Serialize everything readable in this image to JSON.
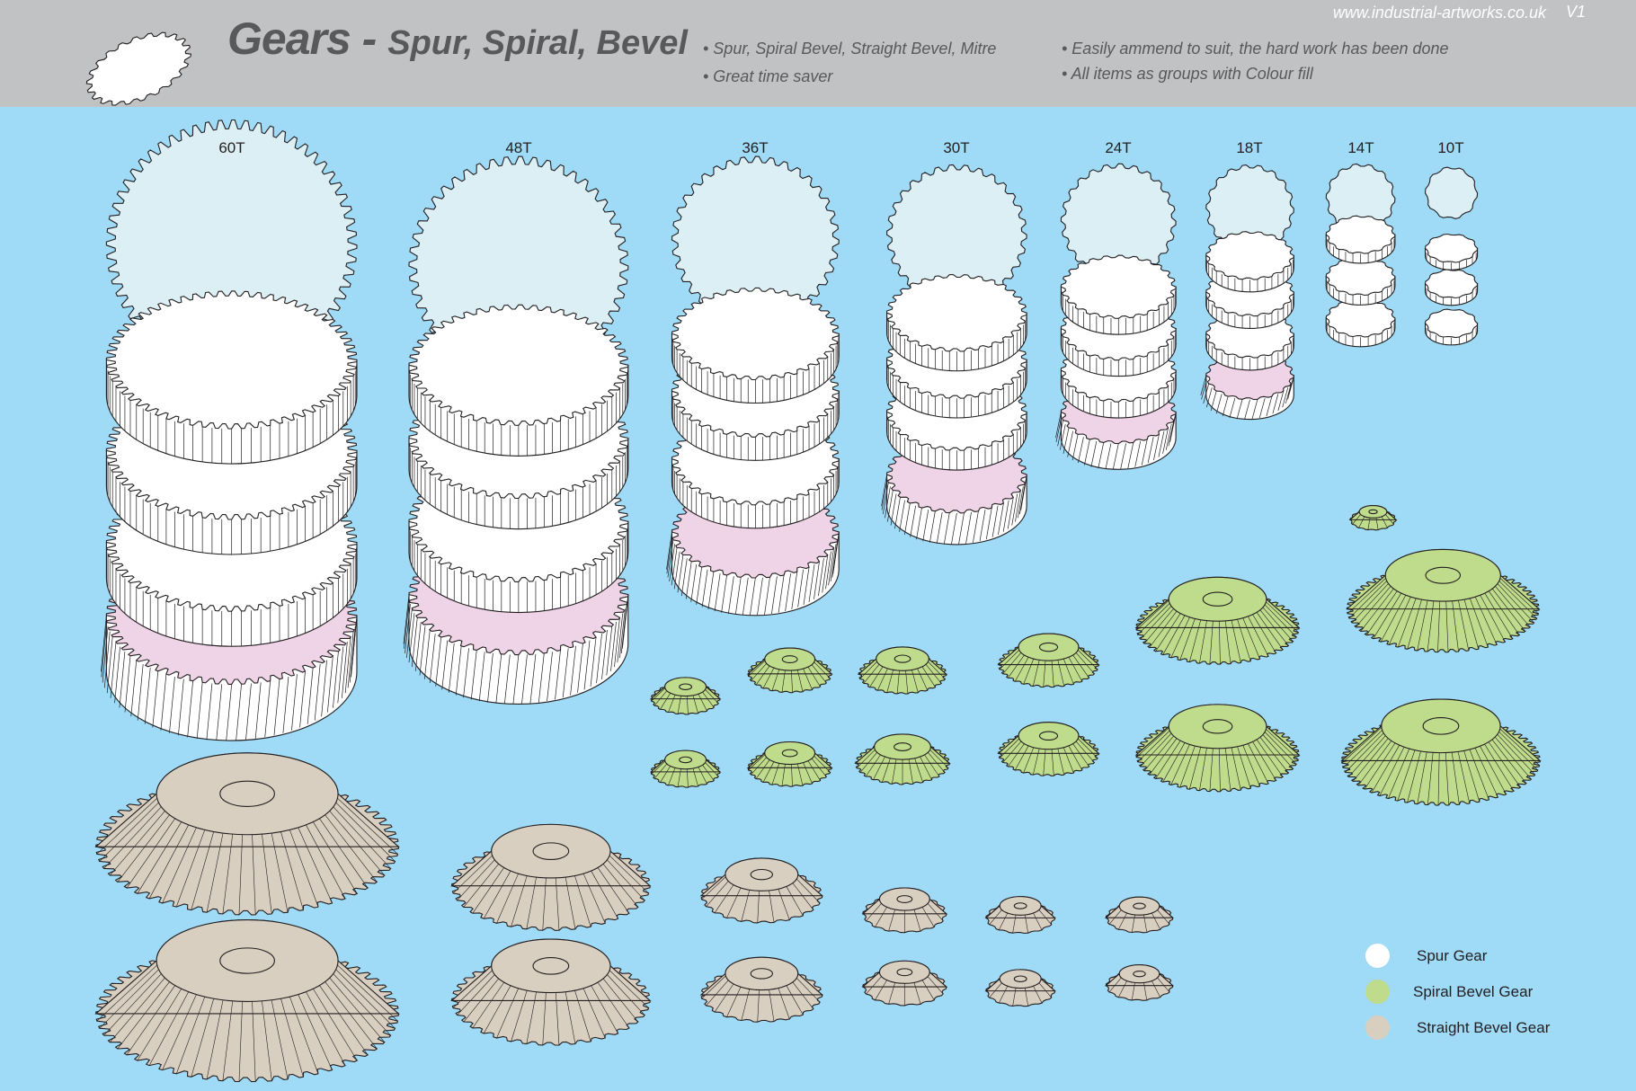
{
  "header": {
    "title_main": "Gears - ",
    "title_sub": "Spur, Spiral, Bevel",
    "bullets": [
      "• Spur, Spiral Bevel, Straight Bevel, Mitre",
      "• Great time saver",
      "• Easily ammend to suit, the hard work has been done",
      "• All items as groups with Colour fill"
    ],
    "website": "www.industrial-artworks.co.uk",
    "version": "V1"
  },
  "columns": [
    {
      "label": "60T",
      "teeth": 60
    },
    {
      "label": "48T",
      "teeth": 48
    },
    {
      "label": "36T",
      "teeth": 36
    },
    {
      "label": "30T",
      "teeth": 30
    },
    {
      "label": "24T",
      "teeth": 24
    },
    {
      "label": "18T",
      "teeth": 18
    },
    {
      "label": "14T",
      "teeth": 14
    },
    {
      "label": "10T",
      "teeth": 10
    }
  ],
  "legend": [
    {
      "label": "Spur Gear",
      "color": "#ffffff"
    },
    {
      "label": "Spiral Bevel Gear",
      "color": "#bfdc8c"
    },
    {
      "label": "Straight Bevel Gear",
      "color": "#d9cfc1"
    }
  ],
  "colors": {
    "header_bg": "#c1c2c4",
    "page_bg": "#9fdaf6",
    "spur_face": "#dbeff5",
    "helical": "#efd3e6",
    "spiral_bevel": "#bfdc8c",
    "straight_bevel": "#d9cfc1"
  }
}
